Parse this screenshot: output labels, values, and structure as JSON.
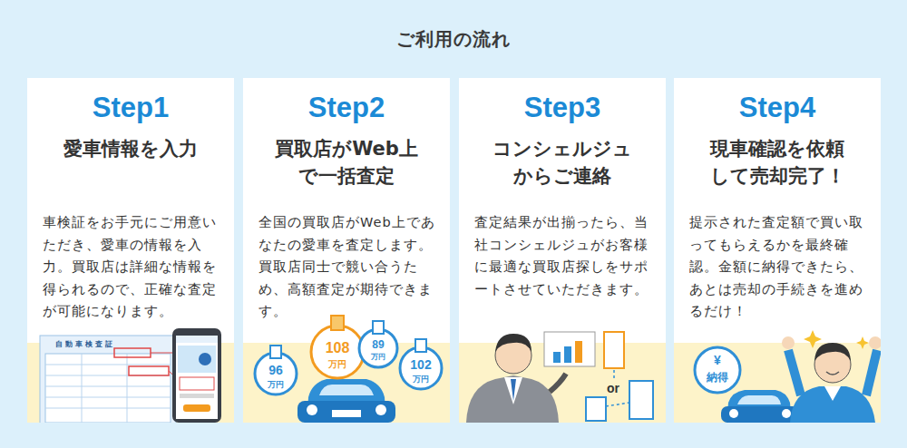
{
  "diagram": {
    "title": "ご利用の流れ",
    "nodes": [
      {
        "text": [
          "Step1",
          "愛車情報を入力",
          "車検証をお手元にご用意いただき、愛車の情報を入力。買取店は詳細な情報を得られるので、正確な査定が可能になります。"
        ]
      },
      {
        "text": [
          "Step2",
          "買取店がWeb上で一括査定",
          "全国の買取店がWeb上であなたの愛車を査定します。買取店同士で競い合うため、高額査定が期待できます。"
        ]
      },
      {
        "text": [
          "Step3",
          "コンシェルジュからご連絡",
          "査定結果が出揃ったら、当社コンシェルジュがお客様に最適な買取店探しをサポートさせていただきます。"
        ]
      },
      {
        "text": [
          "Step4",
          "現車確認を依頼して売却完了！",
          "提示された査定額で買い取ってもらえるかを最終確認。金額に納得できたら、あとは売却の手続きを進めるだけ！"
        ]
      }
    ],
    "labels": [
      "自動車検査証",
      "108",
      "万円",
      "96",
      "万円",
      "89",
      "万円",
      "102",
      "万円",
      "or",
      "¥",
      "納得"
    ]
  }
}
